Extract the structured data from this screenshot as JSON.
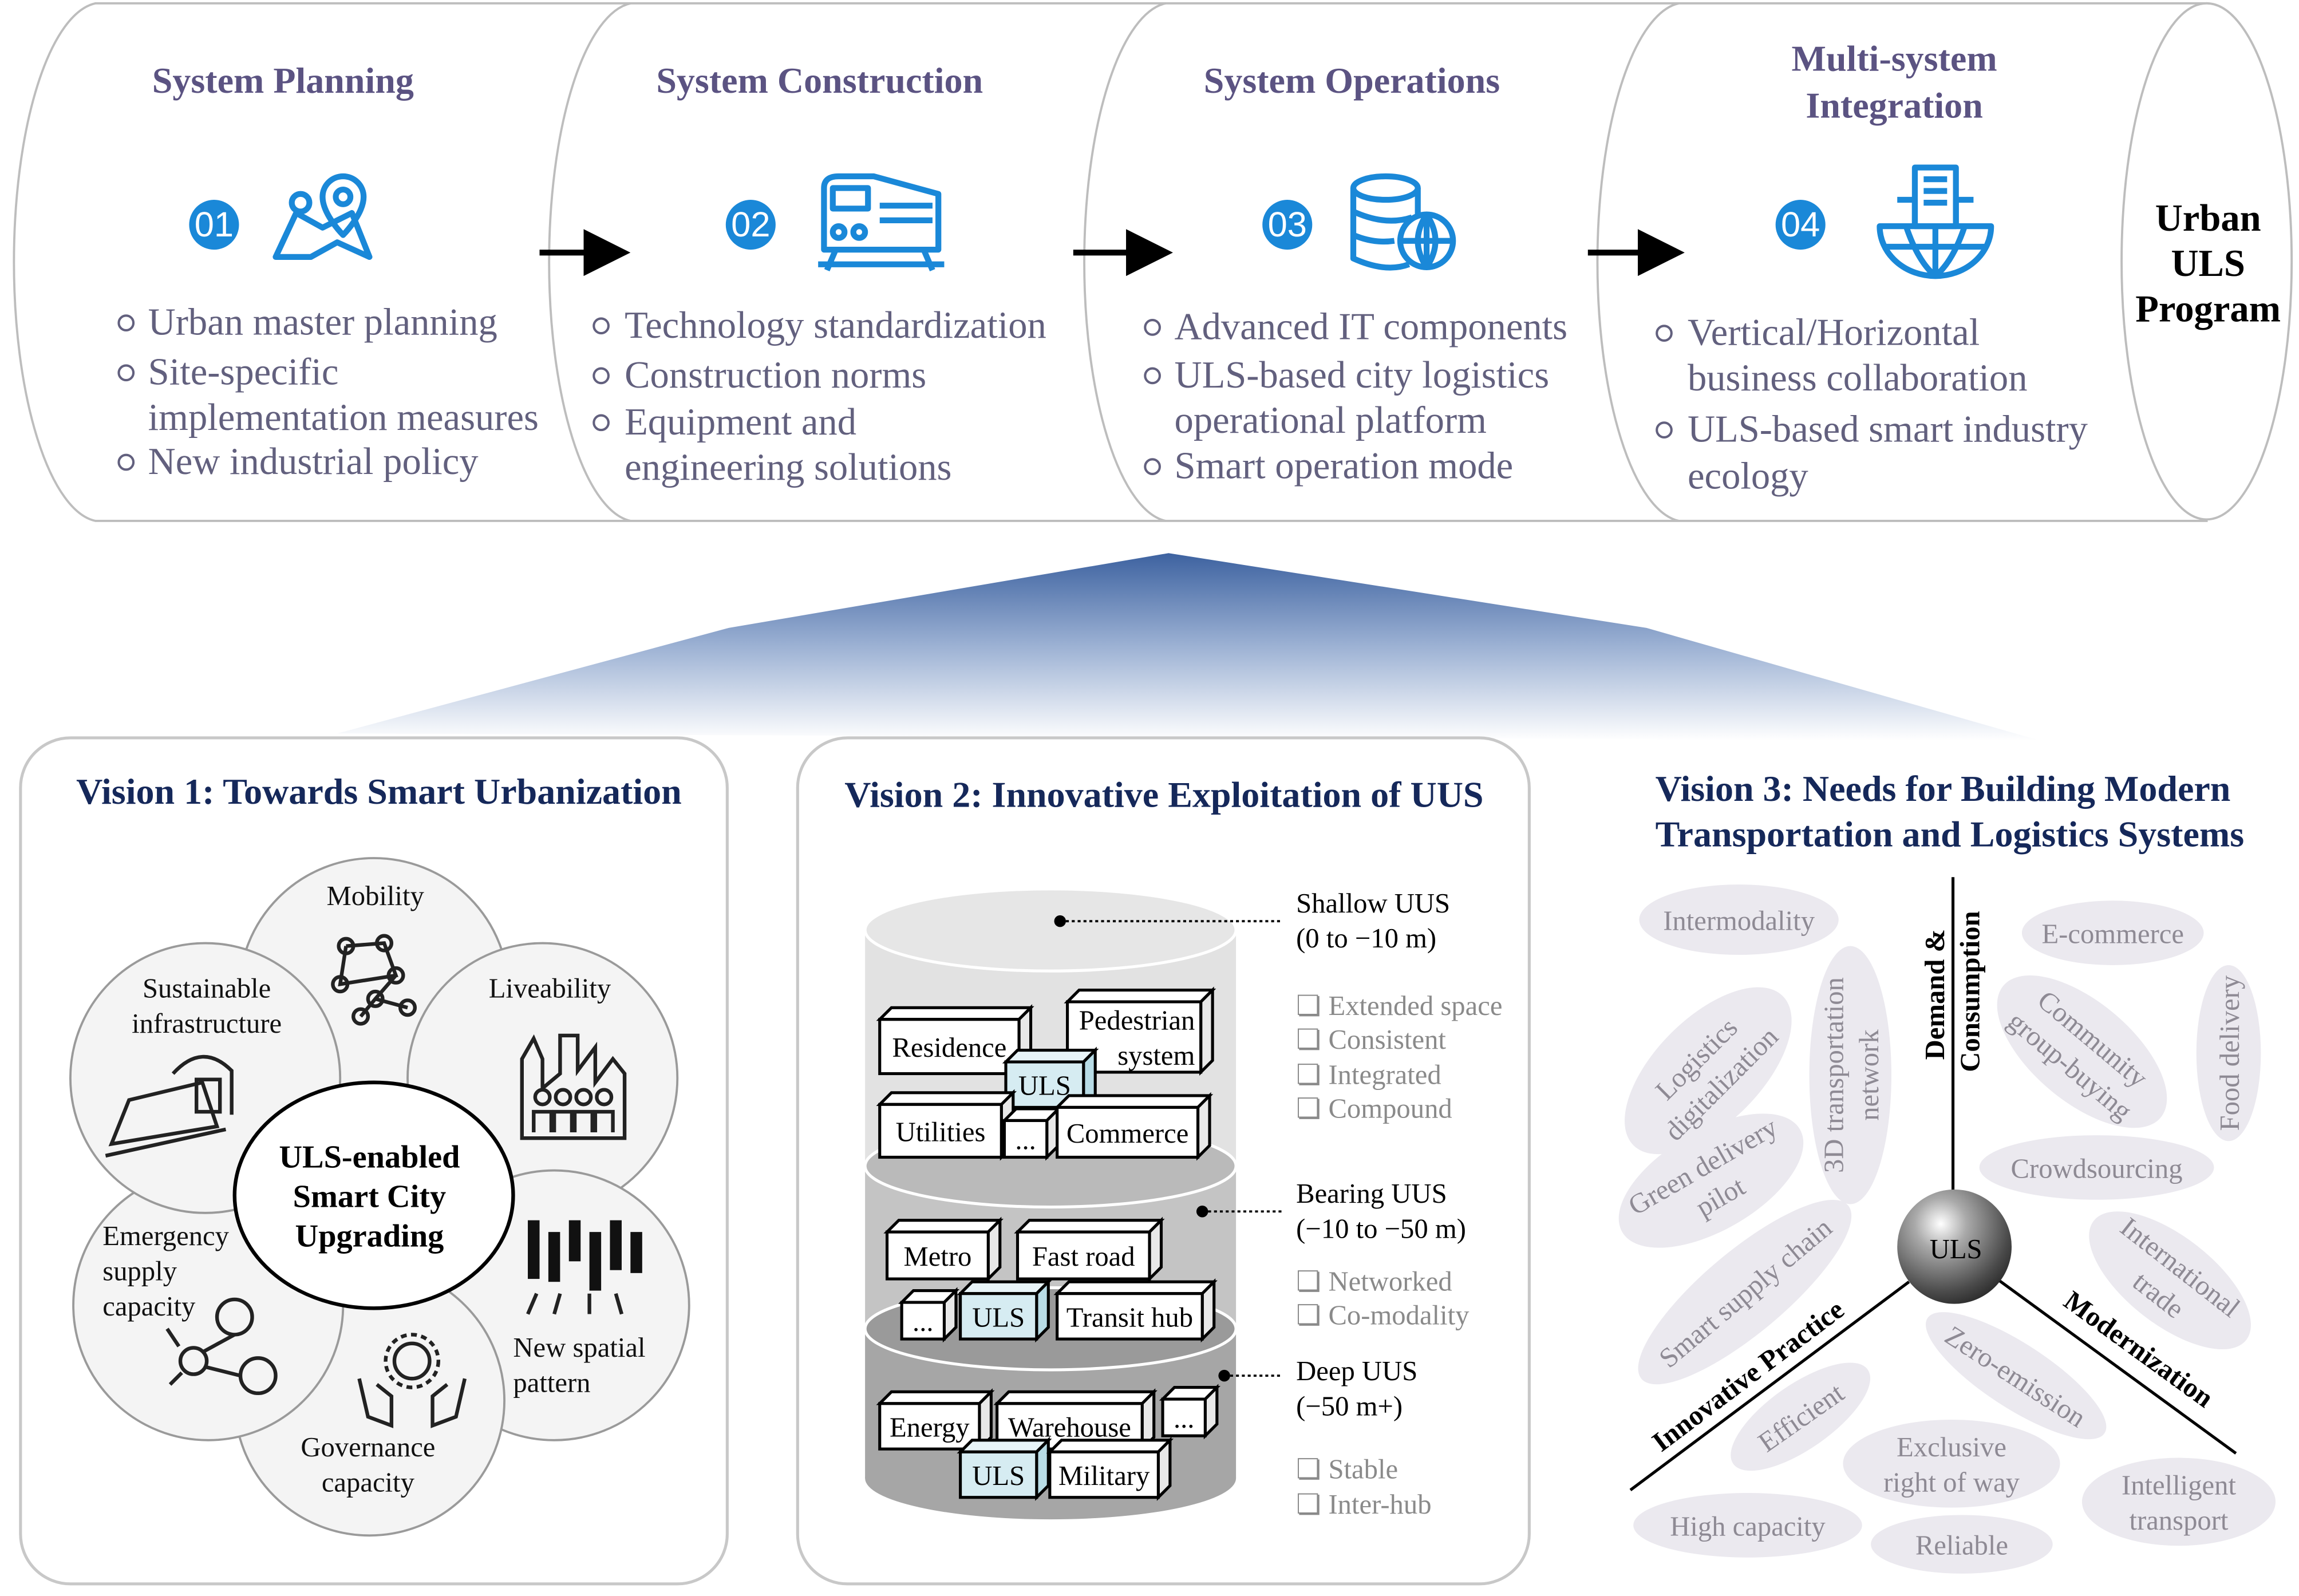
{
  "colors": {
    "stage_title": "#5b5382",
    "bullet_text": "#62607e",
    "icon_blue": "#1a88d8",
    "vision_title": "#15285a",
    "uls_box": "#d6ecf2",
    "ellipse_fill": "#ebe9ef"
  },
  "stages": [
    {
      "title": [
        "System Planning"
      ],
      "number": "01",
      "icon": "map-pin-icon",
      "bullets": [
        [
          "Urban master planning"
        ],
        [
          "Site-specific",
          "implementation measures"
        ],
        [
          "New industrial policy"
        ]
      ]
    },
    {
      "title": [
        "System Construction"
      ],
      "number": "02",
      "icon": "train-icon",
      "bullets": [
        [
          "Technology standardization"
        ],
        [
          "Construction norms"
        ],
        [
          "Equipment and",
          "engineering solutions"
        ]
      ]
    },
    {
      "title": [
        "System Operations"
      ],
      "number": "03",
      "icon": "database-globe-icon",
      "bullets": [
        [
          "Advanced IT components"
        ],
        [
          "ULS-based city logistics",
          "operational platform"
        ],
        [
          "Smart operation mode"
        ]
      ]
    },
    {
      "title": [
        "Multi-system",
        "Integration"
      ],
      "number": "04",
      "icon": "building-globe-icon",
      "bullets": [
        [
          "Vertical/Horizontal",
          "business collaboration"
        ],
        [
          "ULS-based smart industry",
          "ecology"
        ]
      ]
    }
  ],
  "program": [
    "Urban",
    "ULS",
    "Program"
  ],
  "vision1": {
    "title": "Vision 1: Towards Smart Urbanization",
    "center": [
      "ULS-enabled",
      "Smart City",
      "Upgrading"
    ],
    "petals": [
      [
        "Mobility"
      ],
      [
        "Liveability"
      ],
      [
        "New spatial",
        "pattern"
      ],
      [
        "Governance",
        "capacity"
      ],
      [
        "Emergency",
        "supply",
        "capacity"
      ],
      [
        "Sustainable",
        "infrastructure"
      ]
    ]
  },
  "vision2": {
    "title": "Vision 2: Innovative Exploitation of UUS",
    "layers": [
      {
        "name": "Shallow UUS",
        "range": "(0 to −10 m)",
        "features": [
          "Extended space",
          "Consistent",
          "Integrated",
          "Compound"
        ],
        "boxes": [
          "Residence",
          "Pedestrian system",
          "ULS",
          "Utilities",
          "...",
          "Commerce"
        ]
      },
      {
        "name": "Bearing UUS",
        "range": "(−10 to −50 m)",
        "features": [
          "Networked",
          "Co-modality"
        ],
        "boxes": [
          "Metro",
          "Fast road",
          "...",
          "ULS",
          "Transit hub"
        ]
      },
      {
        "name": "Deep UUS",
        "range": "(−50 m+)",
        "features": [
          "Stable",
          "Inter-hub"
        ],
        "boxes": [
          "Energy",
          "Warehouse",
          "...",
          "ULS",
          "Military"
        ]
      }
    ],
    "checkbox_glyph": "❏"
  },
  "vision3": {
    "title": [
      "Vision 3: Needs for Building Modern",
      "Transportation and Logistics Systems"
    ],
    "hub": "ULS",
    "axes": [
      [
        "Demand &",
        "Consumption"
      ],
      [
        "Innovative Practice"
      ],
      [
        "Modernization"
      ]
    ],
    "needs": [
      [
        "Intermodality"
      ],
      [
        "E-commerce"
      ],
      [
        "Logistics",
        "digitalization"
      ],
      [
        "3D transportation",
        "network"
      ],
      [
        "Community",
        "group-buying"
      ],
      [
        "Food delivery"
      ],
      [
        "Green delivery",
        "pilot"
      ],
      [
        "Crowdsourcing"
      ],
      [
        "Smart supply chain"
      ],
      [
        "International",
        "trade"
      ],
      [
        "Zero-emission"
      ],
      [
        "Efficient"
      ],
      [
        "Exclusive",
        "right of way"
      ],
      [
        "High capacity"
      ],
      [
        "Intelligent",
        "transport"
      ],
      [
        "Reliable"
      ]
    ]
  }
}
